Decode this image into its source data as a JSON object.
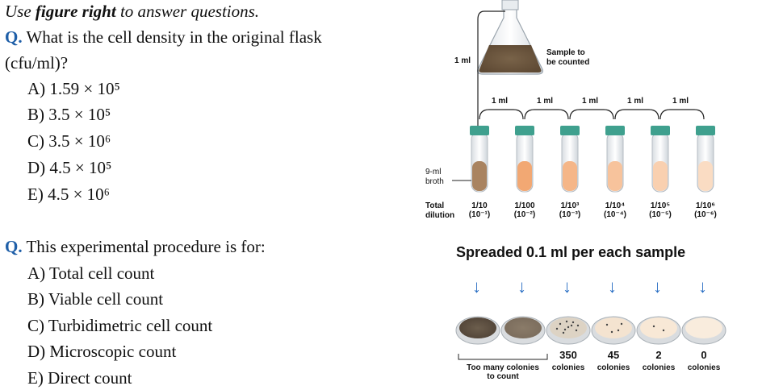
{
  "intro": {
    "prefix": "Use ",
    "bold": "figure right",
    "suffix": " to answer questions."
  },
  "q1": {
    "label": "Q.",
    "line1": " What is the cell density in the original flask",
    "line2": "(cfu/ml)?",
    "options": [
      "A) 1.59 × 10⁵",
      "B) 3.5 × 10⁵",
      "C) 3.5 × 10⁶",
      "D) 4.5 × 10⁵",
      "E) 4.5 × 10⁶"
    ]
  },
  "q2": {
    "label": "Q.",
    "text": " This experimental procedure is for:",
    "options": [
      "A) Total cell count",
      "B) Viable cell count",
      "C) Turbidimetric cell count",
      "D) Microscopic count",
      "E) Direct count"
    ]
  },
  "figure": {
    "sample_label_1": "Sample to",
    "sample_label_2": "be counted",
    "flask_transfer": "1 ml",
    "transfers": [
      "1 ml",
      "1 ml",
      "1 ml",
      "1 ml",
      "1 ml"
    ],
    "broth_label_1": "9-ml",
    "broth_label_2": "broth",
    "total_label_1": "Total",
    "total_label_2": "dilution",
    "dilutions": [
      {
        "top": "1/10",
        "bottom": "(10⁻¹)"
      },
      {
        "top": "1/100",
        "bottom": "(10⁻²)"
      },
      {
        "top": "1/10³",
        "bottom": "(10⁻³)"
      },
      {
        "top": "1/10⁴",
        "bottom": "(10⁻⁴)"
      },
      {
        "top": "1/10⁵",
        "bottom": "(10⁻⁵)"
      },
      {
        "top": "1/10⁶",
        "bottom": "(10⁻⁶)"
      }
    ],
    "spread_text": "Spreaded 0.1 ml per each sample",
    "counts": [
      "350",
      "45",
      "2",
      "0"
    ],
    "too_many_1": "Too many colonies",
    "too_many_2": "to count",
    "colonies_word": "colonies",
    "colors": {
      "arrow": "#2a6fc4",
      "tube_cap": "#3fa08e",
      "question_label": "#1f5fa8"
    }
  }
}
